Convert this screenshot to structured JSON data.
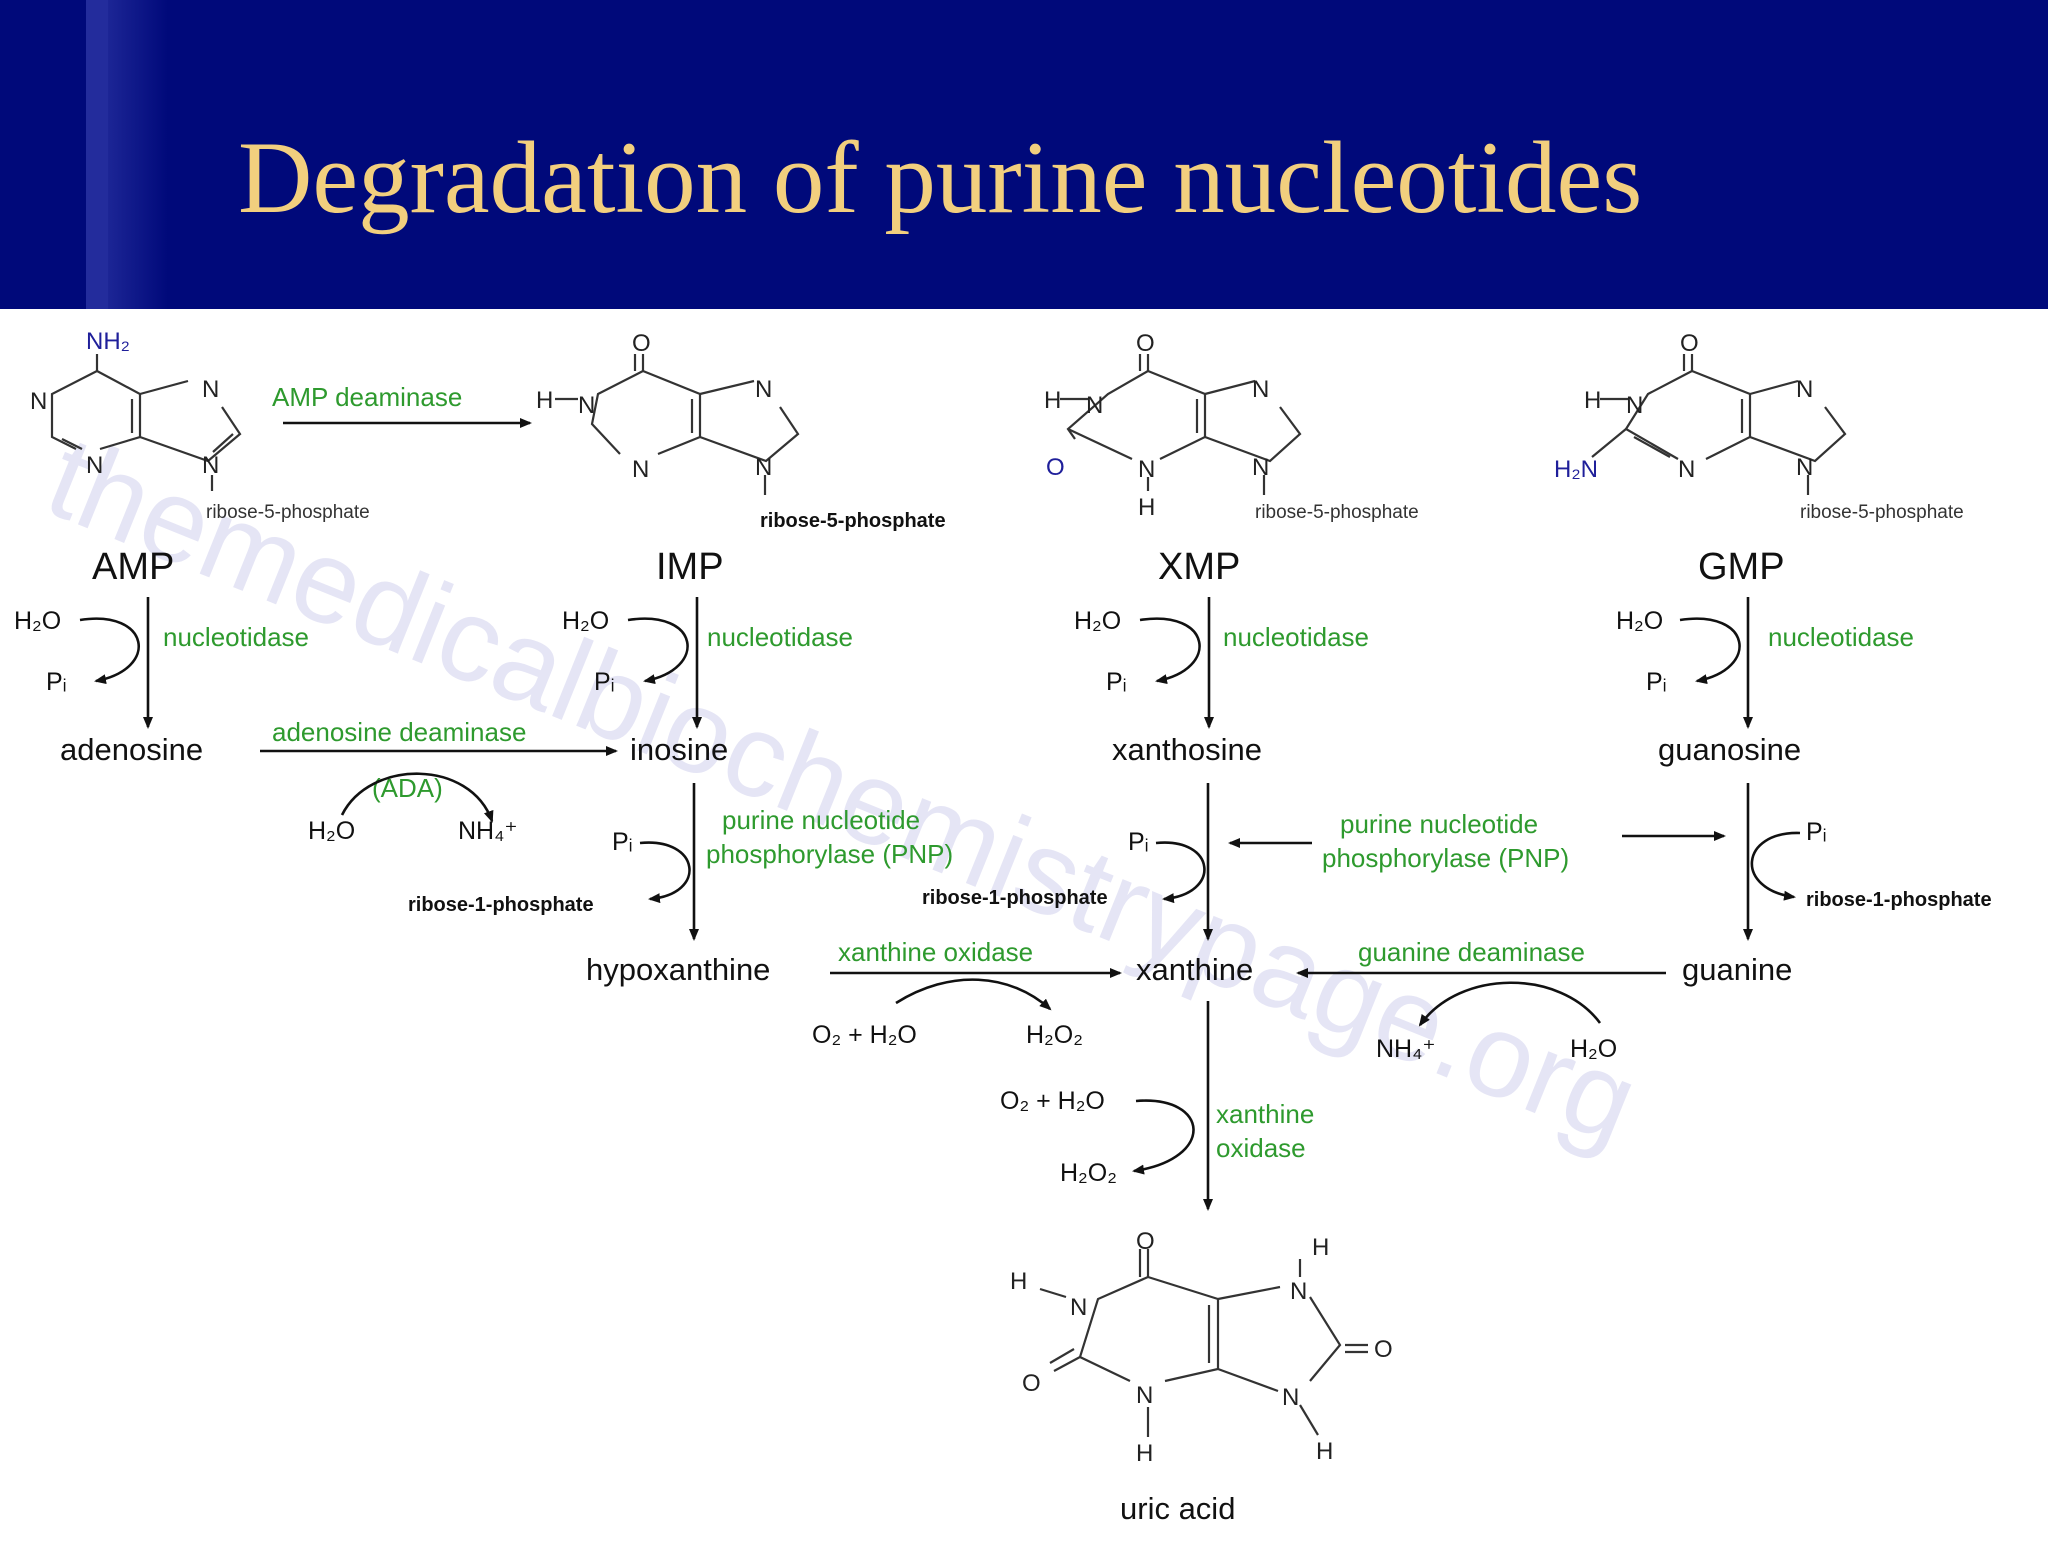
{
  "slide": {
    "title": "Degradation of purine nucleotides",
    "colors": {
      "header_bg": "#00097a",
      "title": "#f2cf7e",
      "enzyme": "#2e9a2e"
    }
  },
  "watermark": "themedicalbiochemistrypage.org",
  "atoms": {
    "N": "N",
    "H": "H",
    "O": "O",
    "NH2": "NH₂",
    "H2N": "H₂N"
  },
  "ribose5": "ribose-5-phosphate",
  "nucleotides": {
    "amp": "AMP",
    "imp": "IMP",
    "xmp": "XMP",
    "gmp": "GMP"
  },
  "compounds": {
    "adenosine": "adenosine",
    "inosine": "inosine",
    "xanthosine": "xanthosine",
    "guanosine": "guanosine",
    "hypoxanthine": "hypoxanthine",
    "xanthine": "xanthine",
    "guanine": "guanine",
    "uric_acid": "uric acid"
  },
  "enzymes": {
    "amp_deaminase": "AMP deaminase",
    "nucleotidase": "nucleotidase",
    "adenosine_deaminase": "adenosine deaminase",
    "ada": "(ADA)",
    "pnp_line1": "purine nucleotide",
    "pnp_line2": "phosphorylase (PNP)",
    "xanthine_oxidase": "xanthine oxidase",
    "xanthine_oxidase_l1": "xanthine",
    "xanthine_oxidase_l2": "oxidase",
    "guanine_deaminase": "guanine deaminase"
  },
  "reagents": {
    "h2o": "H₂O",
    "pi": "Pᵢ",
    "nh4": "NH₄⁺",
    "ribose1": "ribose-1-phosphate",
    "o2_h2o": "O₂ + H₂O",
    "h2o2": "H₂O₂"
  }
}
